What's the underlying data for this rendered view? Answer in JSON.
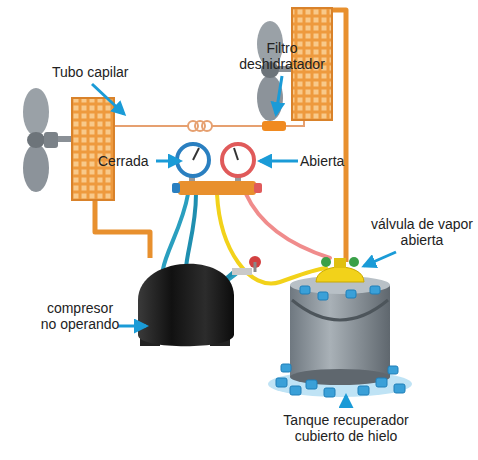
{
  "diagram": {
    "labels": [
      "Tubo capilar",
      "Filtro deshidratador",
      "Cerrada",
      "Abierta",
      "válvula de vapor abierta",
      "compresor no operando",
      "Tanque recuperador cubierto de hielo"
    ]
  }
}
